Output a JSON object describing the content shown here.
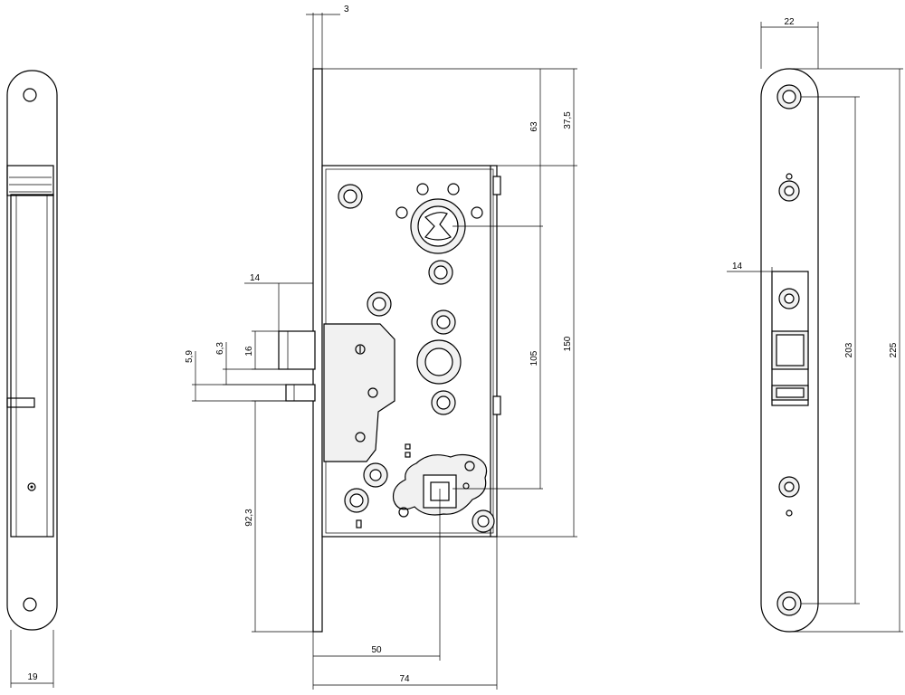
{
  "dimensions": {
    "faceplate_thickness": "3",
    "height_to_follower": "63",
    "height_to_case_top": "37,5",
    "case_height": "150",
    "follower_to_cylinder": "105",
    "bolt_throw": "14",
    "bolt_height": "16",
    "latch_offset_1": "6,3",
    "latch_offset_2": "5,9",
    "latch_to_bottom": "92,3",
    "backset": "50",
    "case_depth": "74",
    "faceplate_width": "22",
    "faceplate_hole_spacing": "203",
    "faceplate_length": "225",
    "side_bolt_throw": "14",
    "side_view_width": "19"
  }
}
